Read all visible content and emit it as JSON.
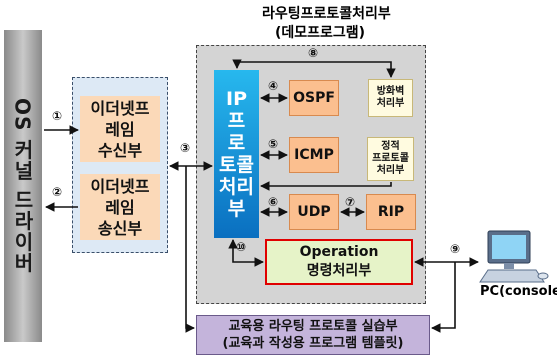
{
  "title": {
    "line1": "라우팅프로토콜처리부",
    "line2": "(데모프로그램)"
  },
  "kernel": "OS 커널 드라이버",
  "eth_rx": {
    "l1": "이더넷프",
    "l2": "레임",
    "l3": "수신부"
  },
  "eth_tx": {
    "l1": "이더넷프",
    "l2": "레임",
    "l3": "송신부"
  },
  "ip": {
    "l1": "IP",
    "l2": "프",
    "l3": "로",
    "l4": "토콜",
    "l5": "처리",
    "l6": "부"
  },
  "modules": {
    "ospf": "OSPF",
    "icmp": "ICMP",
    "udp": "UDP",
    "rip": "RIP"
  },
  "firewall": {
    "l1": "방화벽",
    "l2": "처리부"
  },
  "static": {
    "l1": "정적",
    "l2": "프로토콜",
    "l3": "처리부"
  },
  "operation": {
    "l1": "Operation",
    "l2": "명령처리부"
  },
  "edu": {
    "l1": "교육용 라우팅 프로토콜 실습부",
    "l2": "(교육과 작성용 프로그램 템플릿)"
  },
  "pc_label": "PC(console)",
  "nums": {
    "n1": "①",
    "n2": "②",
    "n3": "③",
    "n4": "④",
    "n5": "⑤",
    "n6": "⑥",
    "n7": "⑦",
    "n8": "⑧",
    "n9": "⑨",
    "n10": "⑩"
  }
}
